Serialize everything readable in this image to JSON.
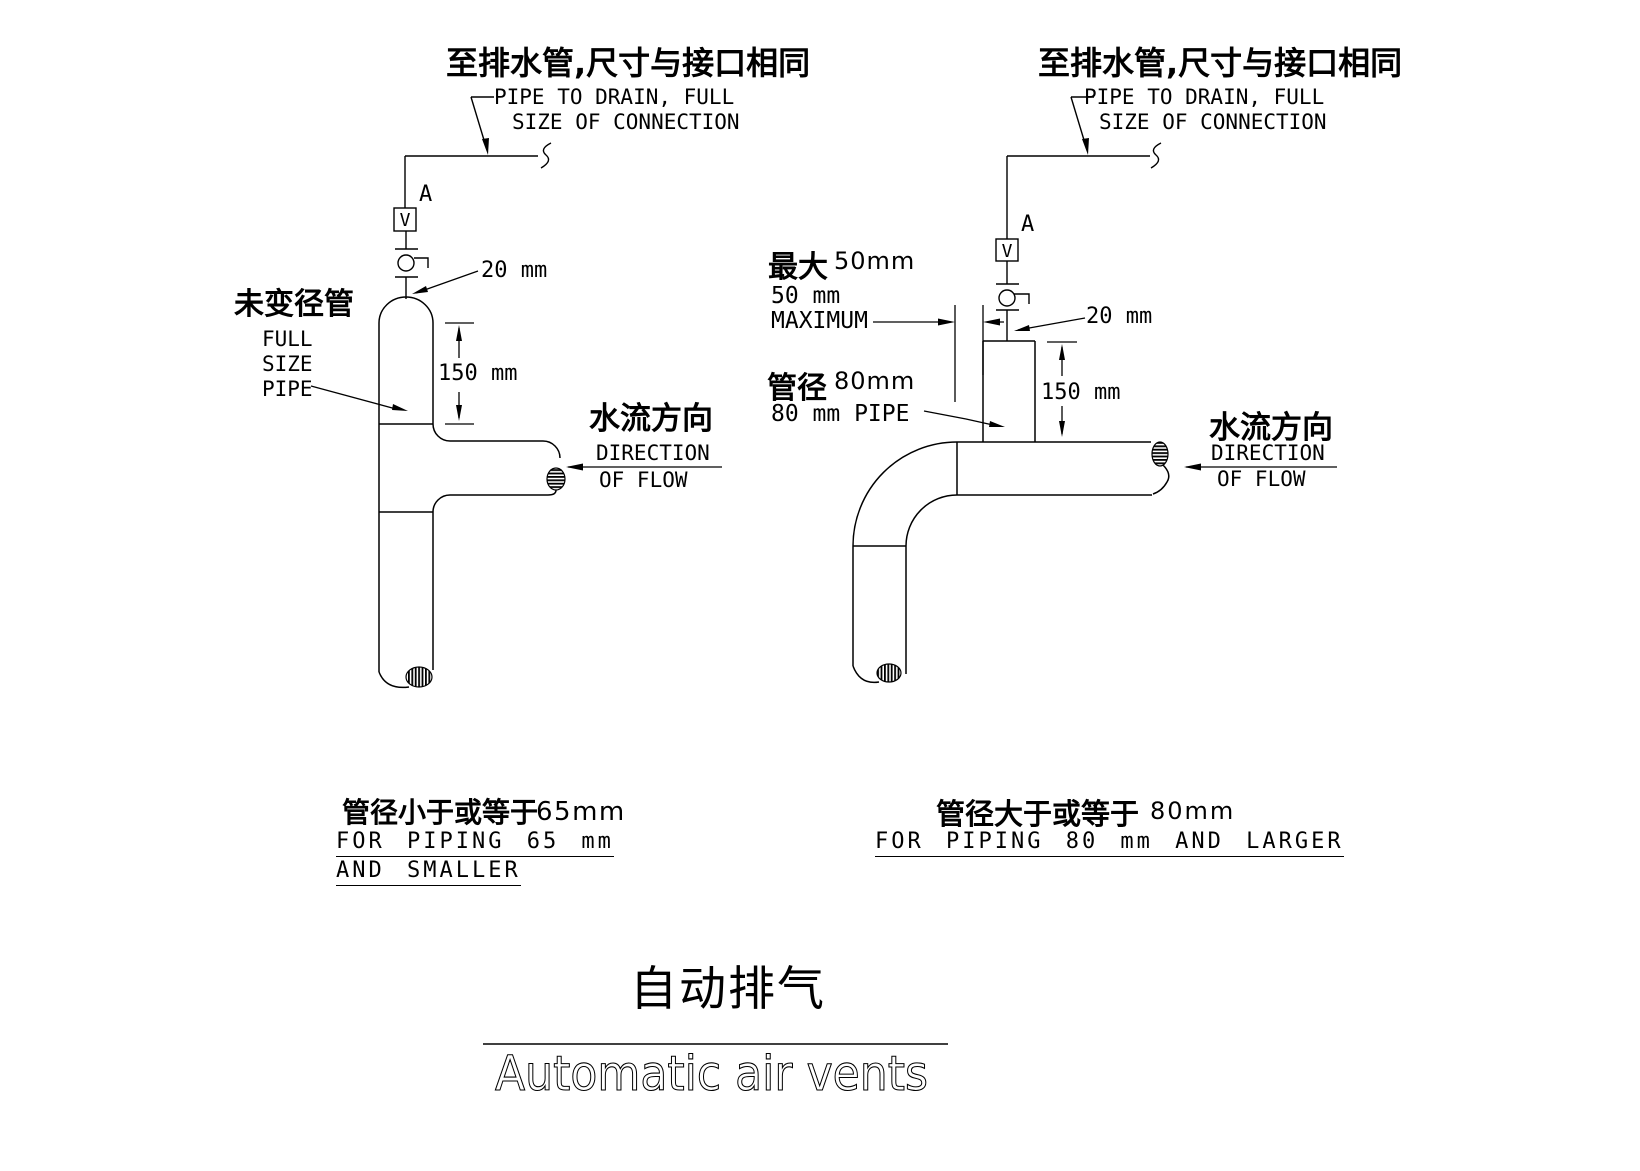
{
  "title": {
    "zh": "自动排气",
    "en": "Automatic air vents"
  },
  "shared": {
    "drain_note_zh": "至排水管,尺寸与接口相同",
    "drain_note_en1": "PIPE TO DRAIN, FULL",
    "drain_note_en2": "SIZE OF CONNECTION",
    "valve_letter": "V",
    "valve_tag": "A",
    "vent_size": "20 mm",
    "riser_height": "150 mm",
    "flow_zh": "水流方向",
    "flow_en1": "DIRECTION",
    "flow_en2": "OF FLOW"
  },
  "left": {
    "pipe_label_zh": "未变径管",
    "pipe_label_en": "FULL\nSIZE\nPIPE",
    "caption_zh": "管径小于或等于",
    "caption_size": "65mm",
    "caption_en1": "FOR PIPING 65 mm",
    "caption_en2": "AND SMALLER"
  },
  "right": {
    "max_zh": "最大",
    "max_size": "50mm",
    "max_en1": "50 mm",
    "max_en2": "MAXIMUM",
    "pipe_label_zh": "管径",
    "pipe_label_size": "80mm",
    "pipe_label_en": "80 mm PIPE",
    "caption_zh": "管径大于或等于",
    "caption_size": "80mm",
    "caption_en": "FOR PIPING 80 mm AND LARGER"
  },
  "colors": {
    "ink": "#000000",
    "paper": "#ffffff"
  }
}
